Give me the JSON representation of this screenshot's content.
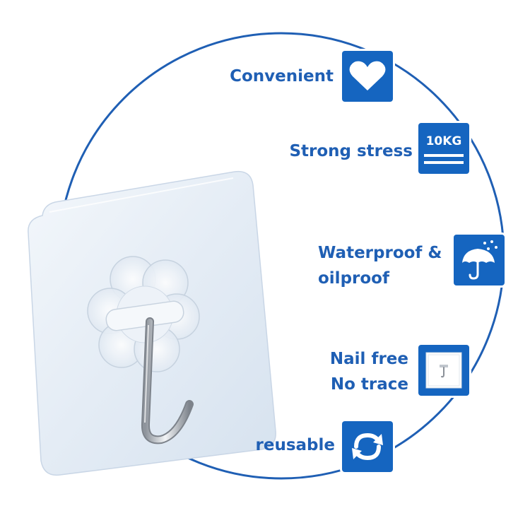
{
  "features": [
    {
      "id": "convenient",
      "label": "Convenient",
      "icon": "heart-icon"
    },
    {
      "id": "strong-stress",
      "label": "Strong stress",
      "icon": "weight-10kg-icon",
      "badge_text": "10KG"
    },
    {
      "id": "waterproof",
      "lines": [
        "Waterproof &",
        "oilproof"
      ],
      "icon": "umbrella-rain-icon"
    },
    {
      "id": "nail-free",
      "lines": [
        "Nail free",
        "No trace"
      ],
      "icon": "hook-frame-icon"
    },
    {
      "id": "reusable",
      "label": "reusable",
      "icon": "recycle-arrows-icon"
    }
  ],
  "colors": {
    "accent": "#1565c0",
    "text": "#1f5fb4",
    "circle": "#1f5fb4",
    "pad": "#e7eef6",
    "pad_edge": "#c9d6e6",
    "hook": "#b9bec5"
  }
}
